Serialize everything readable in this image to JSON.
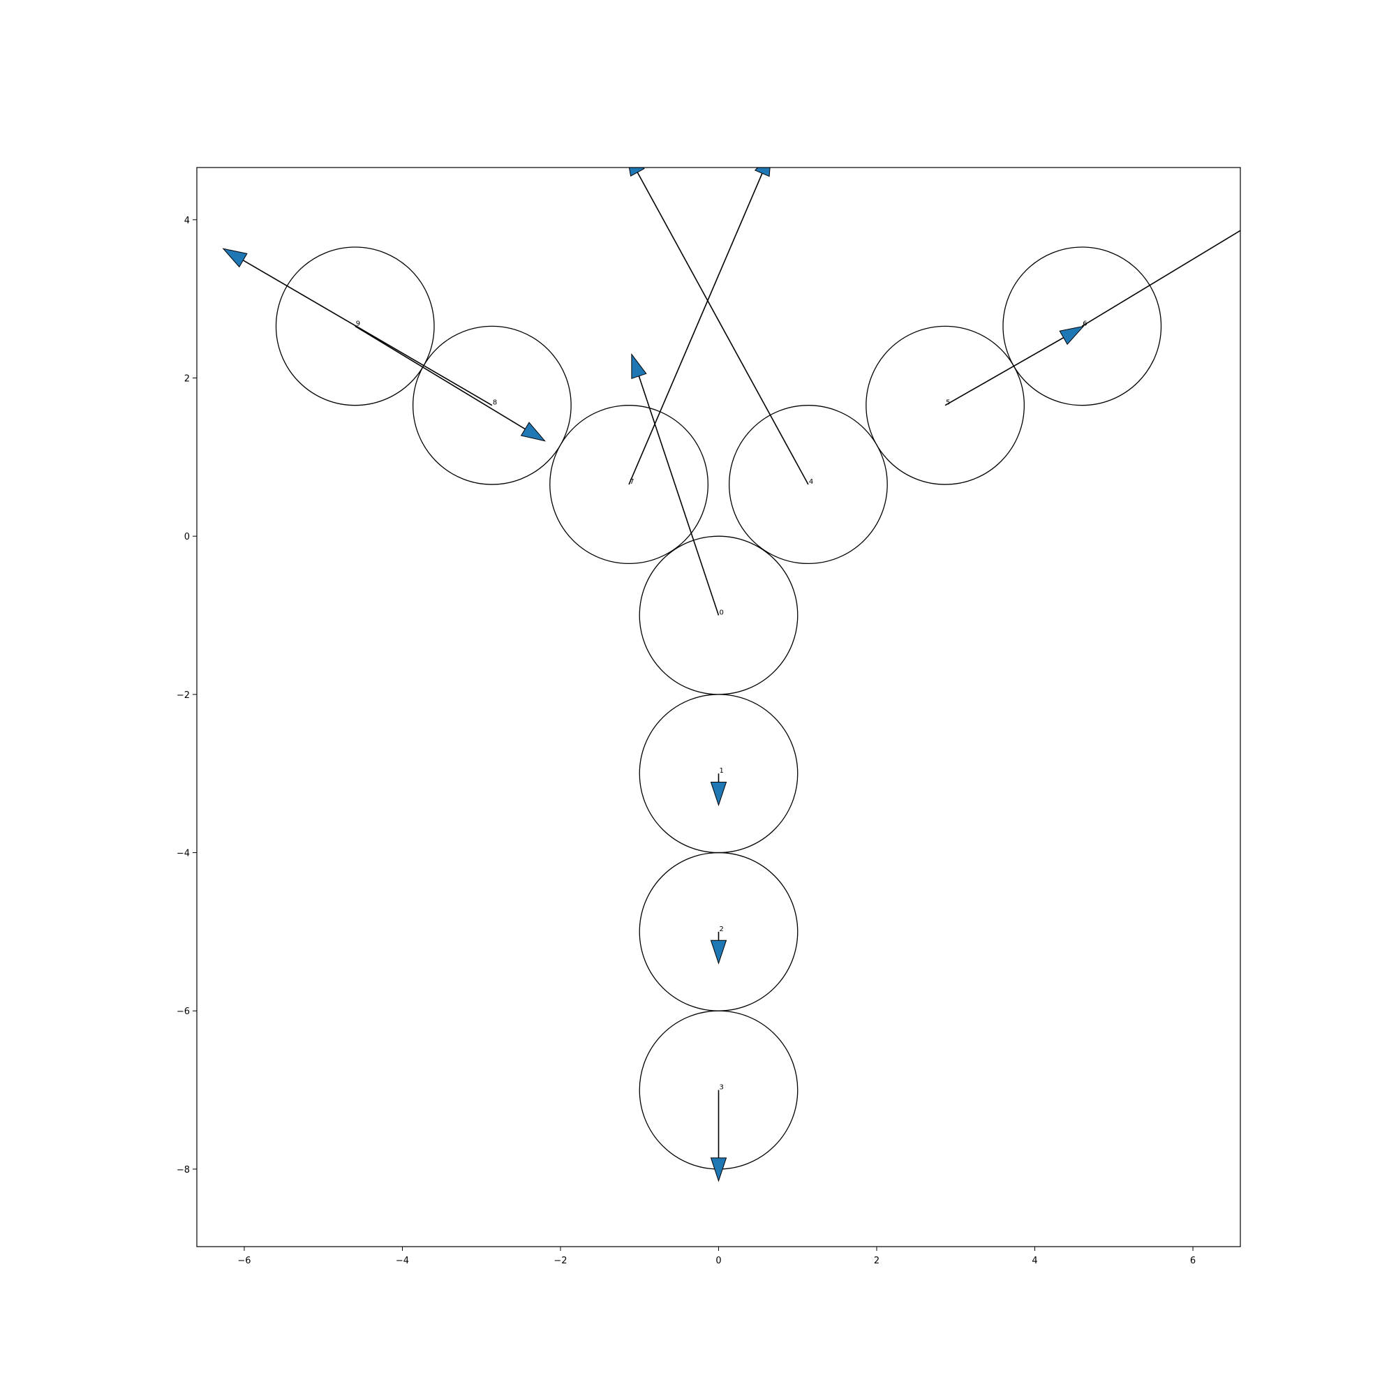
{
  "chart_data": {
    "type": "scatter",
    "title": "",
    "xlabel": "",
    "ylabel": "",
    "xlim": [
      -6.6,
      6.6
    ],
    "ylim": [
      -8.98,
      4.66
    ],
    "x_ticks": [
      -6,
      -4,
      -2,
      0,
      2,
      4,
      6
    ],
    "y_ticks": [
      -8,
      -6,
      -4,
      -2,
      0,
      2,
      4
    ],
    "tick_labels": {
      "x": [
        "−6",
        "−4",
        "−2",
        "0",
        "2",
        "4",
        "6"
      ],
      "y": [
        "−8",
        "−6",
        "−4",
        "−2",
        "0",
        "2",
        "4"
      ]
    },
    "grid": false,
    "legend": "none",
    "circle_radius": 1.0,
    "nodes": [
      {
        "label": "0",
        "x": 0.0,
        "y": -1.0,
        "arrow_dx": -1.1,
        "arrow_dy": 3.3
      },
      {
        "label": "1",
        "x": 0.0,
        "y": -3.0,
        "arrow_dx": 0.0,
        "arrow_dy": -0.4
      },
      {
        "label": "2",
        "x": 0.0,
        "y": -5.0,
        "arrow_dx": 0.0,
        "arrow_dy": -0.4
      },
      {
        "label": "3",
        "x": 0.0,
        "y": -7.0,
        "arrow_dx": 0.0,
        "arrow_dy": -1.15
      },
      {
        "label": "4",
        "x": 1.134,
        "y": 0.654,
        "arrow_dx": -2.3,
        "arrow_dy": 4.2
      },
      {
        "label": "5",
        "x": 2.866,
        "y": 1.654,
        "arrow_dx": 1.75,
        "arrow_dy": 1.0
      },
      {
        "label": "6",
        "x": 4.598,
        "y": 2.654,
        "arrow_dx": 2.4,
        "arrow_dy": 1.45
      },
      {
        "label": "7",
        "x": -1.134,
        "y": 0.654,
        "arrow_dx": 1.8,
        "arrow_dy": 4.2
      },
      {
        "label": "8",
        "x": -2.866,
        "y": 1.654,
        "arrow_dx": -3.4,
        "arrow_dy": 1.98
      },
      {
        "label": "9",
        "x": -4.598,
        "y": 2.654,
        "arrow_dx": 2.4,
        "arrow_dy": -1.45
      }
    ],
    "colors": {
      "arrow_fill": "#1f77b4",
      "edge": "#000000",
      "background": "#ffffff"
    }
  }
}
